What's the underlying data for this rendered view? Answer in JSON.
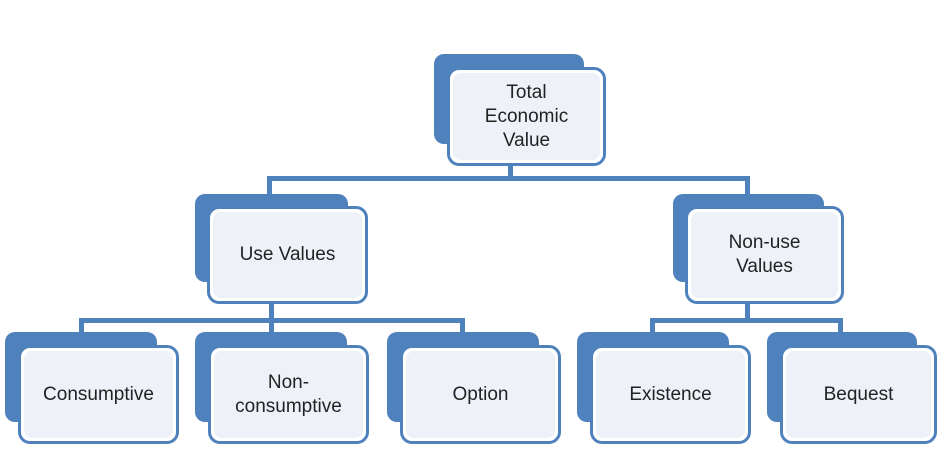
{
  "colors": {
    "accent": "#4f81bd",
    "box_fill": "#eef2f8",
    "text": "#222222"
  },
  "nodes": {
    "root": {
      "label": "Total\nEconomic\nValue"
    },
    "use_values": {
      "label": "Use Values"
    },
    "non_use_values": {
      "label": "Non-use\nValues"
    },
    "consumptive": {
      "label": "Consumptive"
    },
    "non_consumptive": {
      "label": "Non-\nconsumptive"
    },
    "option": {
      "label": "Option"
    },
    "existence": {
      "label": "Existence"
    },
    "bequest": {
      "label": "Bequest"
    }
  }
}
